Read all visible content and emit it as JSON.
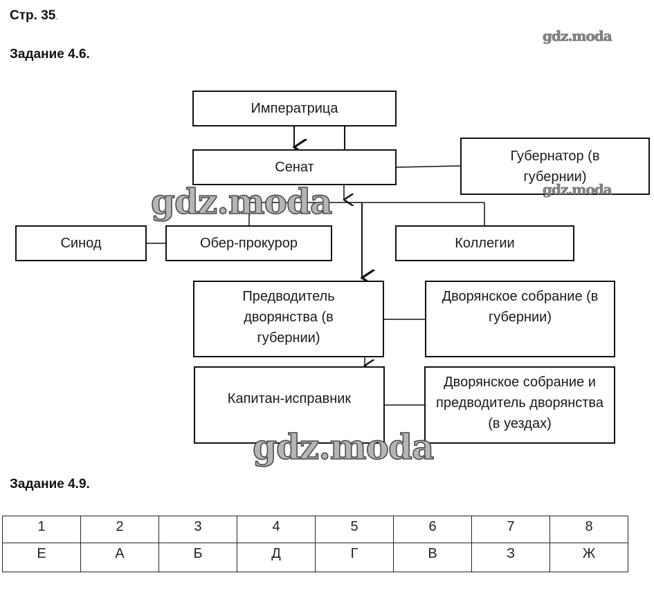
{
  "page": {
    "page_label": "Стр. 35",
    "page_label_suffix": ".",
    "watermark": "gdz.moda"
  },
  "task_4_6": {
    "title": "Задание 4.6.",
    "diagram": {
      "nodes": {
        "empress": "Императрица",
        "senate": "Сенат",
        "governor": "Губернатор (в губернии)",
        "synod": "Синод",
        "ober_procurator": "Обер-прокурор",
        "collegia": "Коллегии",
        "marshal_province": "Предводитель дворянства (в губернии)",
        "noble_assembly_province": "Дворянское собрание (в губернии)",
        "captain_ispravnik": "Капитан-исправник",
        "noble_assembly_uezd": "Дворянское собрание и предводитель дворянства (в уездах)"
      },
      "edges": [
        {
          "from": "empress",
          "to": "senate",
          "type": "arrow"
        },
        {
          "from": "empress",
          "to": "senate",
          "type": "line"
        },
        {
          "from": "senate",
          "to": "governor",
          "type": "line"
        },
        {
          "from": "senate",
          "to": "branch",
          "type": "arrow"
        },
        {
          "from": "branch",
          "to": "ober_procurator",
          "type": "line"
        },
        {
          "from": "branch",
          "to": "collegia",
          "type": "line"
        },
        {
          "from": "branch",
          "to": "marshal_province",
          "type": "arrow"
        },
        {
          "from": "synod",
          "to": "ober_procurator",
          "type": "line"
        },
        {
          "from": "marshal_province",
          "to": "noble_assembly_province",
          "type": "line"
        },
        {
          "from": "marshal_province",
          "to": "captain_ispravnik",
          "type": "arrow"
        },
        {
          "from": "captain_ispravnik",
          "to": "noble_assembly_uezd",
          "type": "line"
        }
      ]
    }
  },
  "task_4_9": {
    "title": "Задание 4.9.",
    "numbers": [
      "1",
      "2",
      "3",
      "4",
      "5",
      "6",
      "7",
      "8"
    ],
    "letters": [
      "Е",
      "А",
      "Б",
      "Д",
      "Г",
      "В",
      "З",
      "Ж"
    ]
  }
}
